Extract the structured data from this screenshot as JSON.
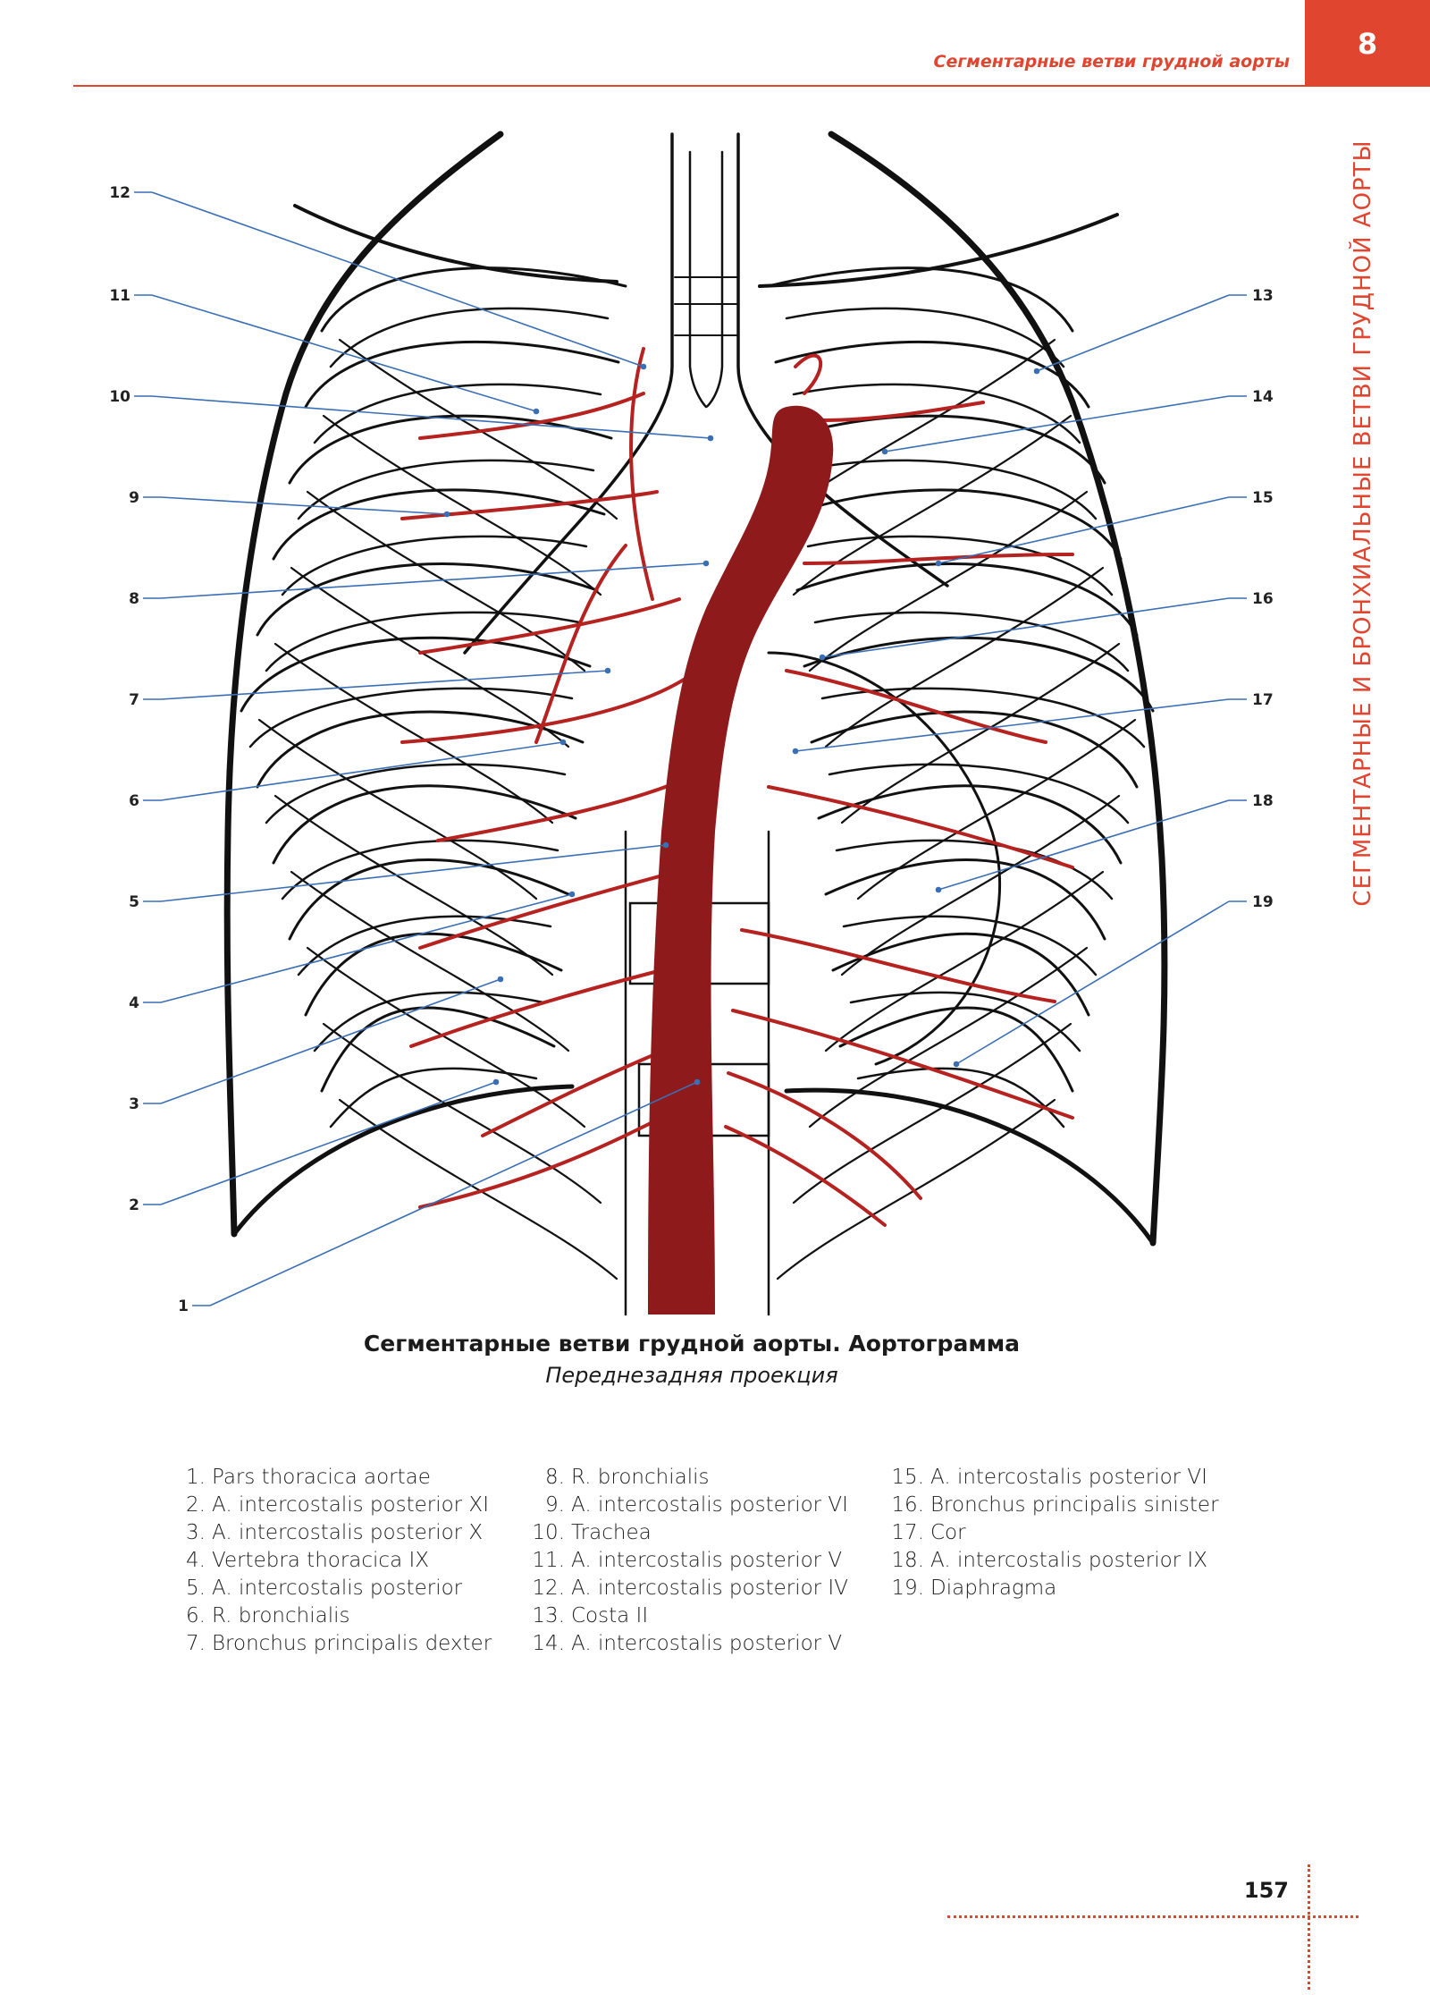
{
  "header": {
    "running_title": "Сегментарные ветви грудной аорты",
    "chapter_number": "8",
    "side_title": "СЕГМЕНТАРНЫЕ И БРОНХИАЛЬНЫЕ ВЕТВИ ГРУДНОЙ АОРТЫ"
  },
  "figure": {
    "left_callouts": [
      "12",
      "11",
      "10",
      "9",
      "8",
      "7",
      "6",
      "5",
      "4",
      "3",
      "2",
      "1"
    ],
    "right_callouts": [
      "13",
      "14",
      "15",
      "16",
      "17",
      "18",
      "19"
    ]
  },
  "caption": {
    "title": "Сегментарные ветви грудной аорты. Аортограмма",
    "subtitle": "Переднезадняя проекция"
  },
  "legend": {
    "col1": [
      {
        "n": "1.",
        "label": "Pars thoracica aortae"
      },
      {
        "n": "2.",
        "label": "A. intercostalis posterior XI"
      },
      {
        "n": "3.",
        "label": "A. intercostalis posterior X"
      },
      {
        "n": "4.",
        "label": "Vertebra thoracica IX"
      },
      {
        "n": "5.",
        "label": "A. intercostalis posterior"
      },
      {
        "n": "6.",
        "label": "R. bronchialis"
      },
      {
        "n": "7.",
        "label": "Bronchus principalis dexter"
      }
    ],
    "col2": [
      {
        "n": "8.",
        "label": "R. bronchialis"
      },
      {
        "n": "9.",
        "label": "A. intercostalis posterior VI"
      },
      {
        "n": "10.",
        "label": "Trachea"
      },
      {
        "n": "11.",
        "label": "A. intercostalis posterior V"
      },
      {
        "n": "12.",
        "label": "A. intercostalis posterior IV"
      },
      {
        "n": "13.",
        "label": "Costa II"
      },
      {
        "n": "14.",
        "label": "A. intercostalis posterior V"
      }
    ],
    "col3": [
      {
        "n": "15.",
        "label": "A. intercostalis posterior VI"
      },
      {
        "n": "16.",
        "label": "Bronchus principalis sinister"
      },
      {
        "n": "17.",
        "label": "Cor"
      },
      {
        "n": "18.",
        "label": "A. intercostalis posterior IX"
      },
      {
        "n": "19.",
        "label": "Diaphragma"
      }
    ]
  },
  "footer": {
    "page_number": "157"
  },
  "colors": {
    "accent": "#e0452f",
    "aorta": "#8e1a1c",
    "vessel": "#b5221f",
    "outline": "#111111",
    "leader": "#3a6fb5"
  }
}
